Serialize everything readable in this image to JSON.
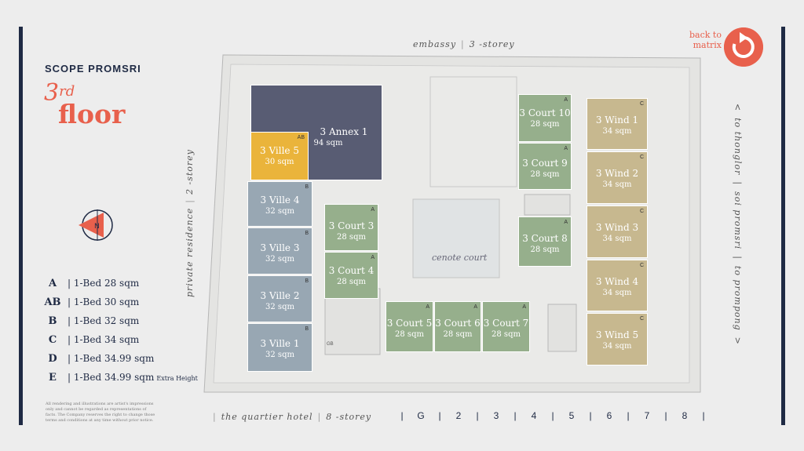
{
  "brand": "SCOPE PROMSRI",
  "floor": {
    "number": "3",
    "suffix": "rd",
    "word": "floor"
  },
  "back": {
    "line1": "back to",
    "line2": "matrix"
  },
  "labels": {
    "top": [
      "embassy",
      "3 -storey"
    ],
    "bottom": [
      "the quartier hotel",
      "8 -storey"
    ],
    "left": [
      "private residence",
      "2 -storey"
    ],
    "right": [
      "to thonglor",
      "soi promsri",
      "to prompong"
    ],
    "center": "cenote court",
    "gb": "GB"
  },
  "compass_letter": "N",
  "legend": [
    {
      "code": "A",
      "text": "1-Bed 28 sqm",
      "extra": ""
    },
    {
      "code": "AB",
      "text": "1-Bed 30 sqm",
      "extra": ""
    },
    {
      "code": "B",
      "text": "1-Bed 32 sqm",
      "extra": ""
    },
    {
      "code": "C",
      "text": "1-Bed 34 sqm",
      "extra": ""
    },
    {
      "code": "D",
      "text": "1-Bed 34.99 sqm",
      "extra": ""
    },
    {
      "code": "E",
      "text": "1-Bed 34.99 sqm",
      "extra": "Extra Height"
    }
  ],
  "disclaimer": "All rendering and illustrations are artist's impressions only and cannot be regarded as representations of facts. The Company reserves the right to change those terms and conditions at any time without prior notice.",
  "floor_nav": [
    "G",
    "2",
    "3",
    "4",
    "5",
    "6",
    "7",
    "8"
  ],
  "units": {
    "annex1": {
      "name": "3 Annex 1",
      "size": "94 sqm",
      "type": ""
    },
    "ville5": {
      "name": "3 Ville 5",
      "size": "30 sqm",
      "type": "AB"
    },
    "ville4": {
      "name": "3 Ville 4",
      "size": "32 sqm",
      "type": "B"
    },
    "ville3": {
      "name": "3 Ville 3",
      "size": "32 sqm",
      "type": "B"
    },
    "ville2": {
      "name": "3 Ville 2",
      "size": "32 sqm",
      "type": "B"
    },
    "ville1": {
      "name": "3 Ville 1",
      "size": "32 sqm",
      "type": "B"
    },
    "court3": {
      "name": "3 Court 3",
      "size": "28 sqm",
      "type": "A"
    },
    "court4": {
      "name": "3 Court 4",
      "size": "28 sqm",
      "type": "A"
    },
    "court5": {
      "name": "3 Court 5",
      "size": "28 sqm",
      "type": "A"
    },
    "court6": {
      "name": "3 Court 6",
      "size": "28 sqm",
      "type": "A"
    },
    "court7": {
      "name": "3 Court 7",
      "size": "28 sqm",
      "type": "A"
    },
    "court8": {
      "name": "3 Court 8",
      "size": "28 sqm",
      "type": "A"
    },
    "court9": {
      "name": "3 Court 9",
      "size": "28 sqm",
      "type": "A"
    },
    "court10": {
      "name": "3 Court 10",
      "size": "28 sqm",
      "type": "A"
    },
    "wind1": {
      "name": "3 Wind 1",
      "size": "34 sqm",
      "type": "C"
    },
    "wind2": {
      "name": "3 Wind 2",
      "size": "34 sqm",
      "type": "C"
    },
    "wind3": {
      "name": "3 Wind 3",
      "size": "34 sqm",
      "type": "C"
    },
    "wind4": {
      "name": "3 Wind 4",
      "size": "34 sqm",
      "type": "C"
    },
    "wind5": {
      "name": "3 Wind 5",
      "size": "34 sqm",
      "type": "C"
    }
  }
}
